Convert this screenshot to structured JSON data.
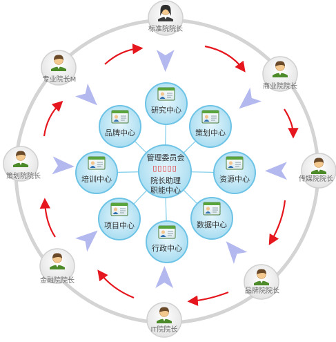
{
  "center": {
    "committee": "管理委员会",
    "committee_marks": "▯▯▯▯▯",
    "assistant_line1": "院长助理",
    "assistant_line2": "职能中心"
  },
  "inner_centers": [
    {
      "label": "研究中心"
    },
    {
      "label": "策划中心"
    },
    {
      "label": "资源中心"
    },
    {
      "label": "数据中心"
    },
    {
      "label": "行政中心"
    },
    {
      "label": "项目中心"
    },
    {
      "label": "培训中心"
    },
    {
      "label": "品牌中心"
    }
  ],
  "outer_deans": [
    {
      "label": "标准院院长"
    },
    {
      "label": "商业院院长"
    },
    {
      "label": "传媒院院长"
    },
    {
      "label": "品牌院院长"
    },
    {
      "label": "IT院院长"
    },
    {
      "label": "金融院院长"
    },
    {
      "label": "策划院院长"
    },
    {
      "label": "专业院长M"
    }
  ],
  "icons": {
    "dean": "person-avatar-icon",
    "center": "id-card-icon"
  },
  "colors": {
    "node_fill": "#b8e4f4",
    "node_stroke": "#6cc3e6",
    "ring": "#d4d4d4",
    "arrow_red": "#e5161d",
    "inward_arrow": "#b3b8ee",
    "center_marks": "#e2272d",
    "text": "#333333",
    "dean_label": "#6a6a6a"
  }
}
